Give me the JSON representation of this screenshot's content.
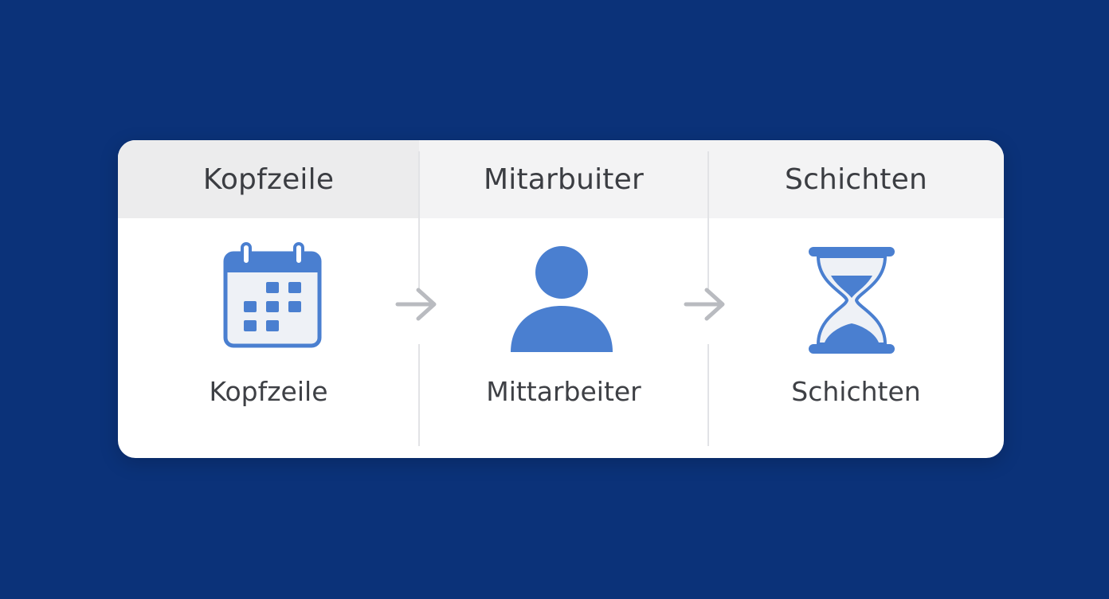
{
  "columns": [
    {
      "header": "Kopfzeile",
      "label": "Kopfzeile",
      "icon": "calendar-icon"
    },
    {
      "header": "Mitarbuiter",
      "label": "Mittarbeiter",
      "icon": "person-icon"
    },
    {
      "header": "Schichten",
      "label": "Schichten",
      "icon": "hourglass-icon"
    }
  ],
  "arrows": [
    "arrow-right-icon",
    "arrow-right-icon"
  ],
  "colors": {
    "background": "#0b3279",
    "card": "#ffffff",
    "header_band": "#f3f3f4",
    "icon_blue": "#4a7fd0",
    "arrow_gray": "#b9bbc0",
    "text": "#3b3d42"
  }
}
